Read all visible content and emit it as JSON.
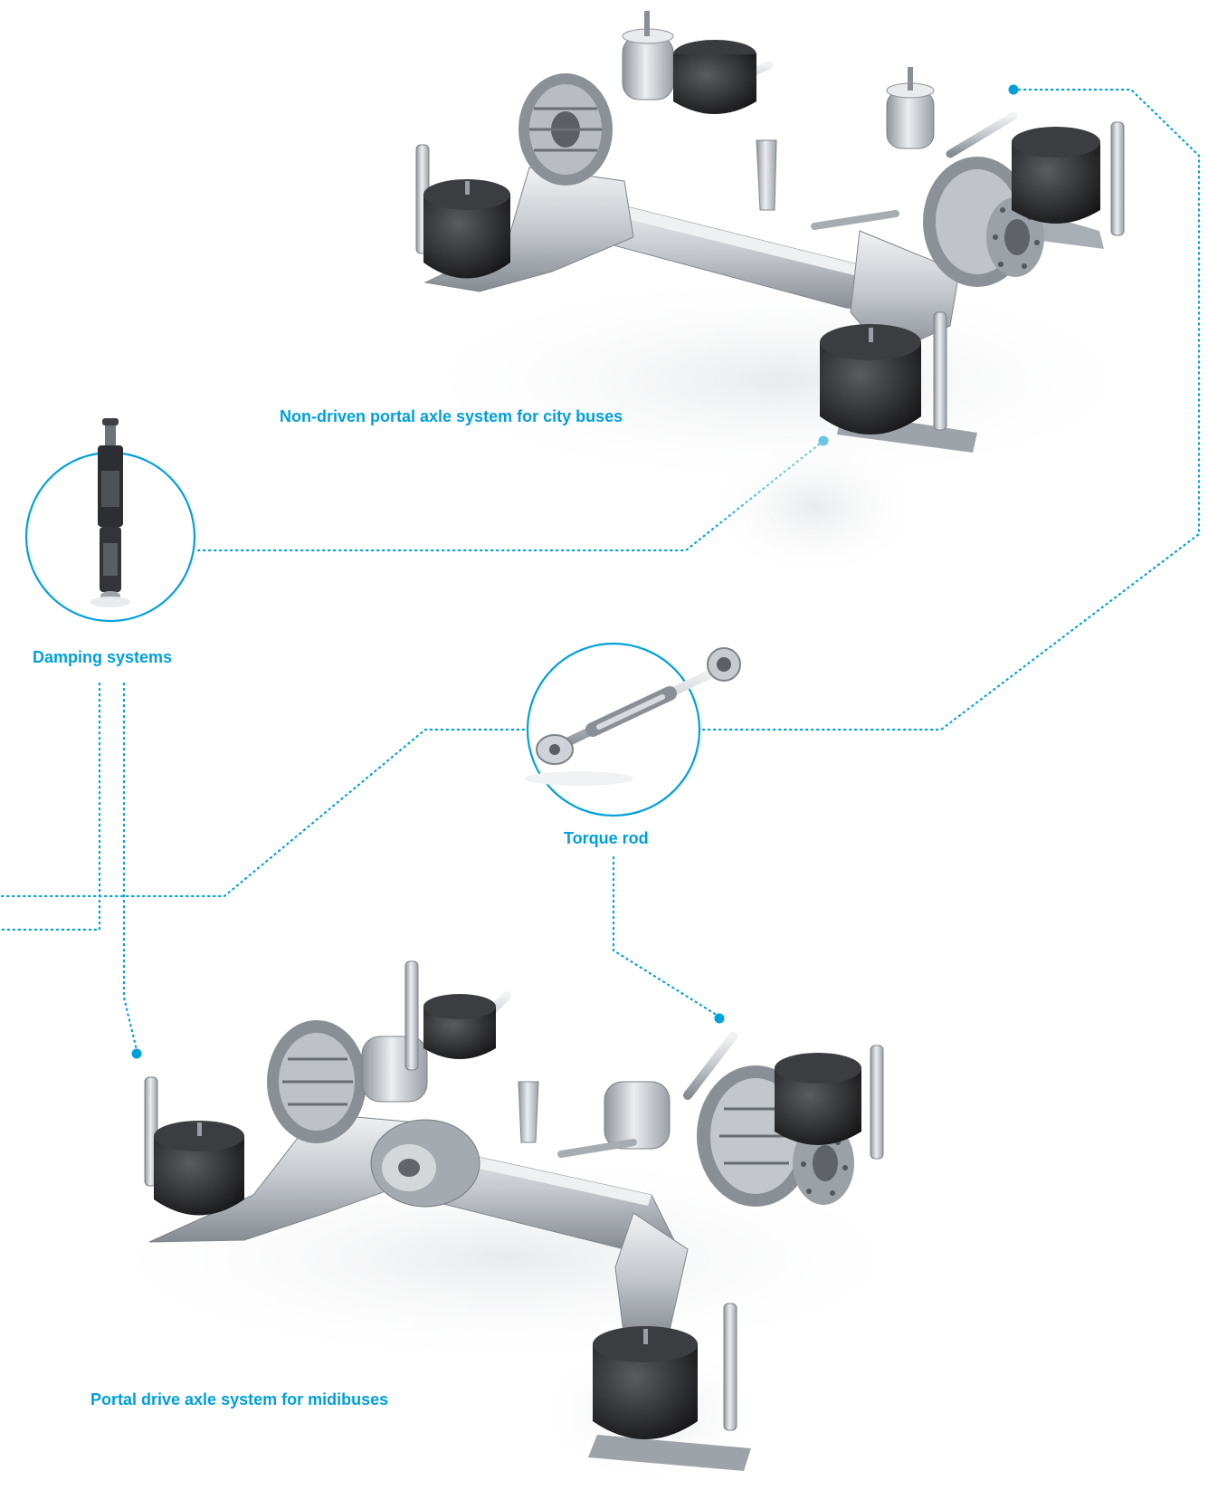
{
  "colors": {
    "accent": "#00a0dc",
    "rubber": "#2a2a2c",
    "metal": "#c9ccd0",
    "metal_dark": "#7d8288",
    "shadow": "#eef0f2"
  },
  "labels": {
    "city_axle": "Non-driven portal axle system for city buses",
    "damping": "Damping systems",
    "torque_rod": "Torque rod",
    "midi_axle": "Portal drive axle system for midibuses"
  },
  "images": {
    "city_axle": "non-driven-portal-axle-photo",
    "midi_axle": "portal-drive-axle-photo",
    "shock_absorber": "shock-absorber-photo",
    "torque_rod": "torque-rod-photo"
  }
}
